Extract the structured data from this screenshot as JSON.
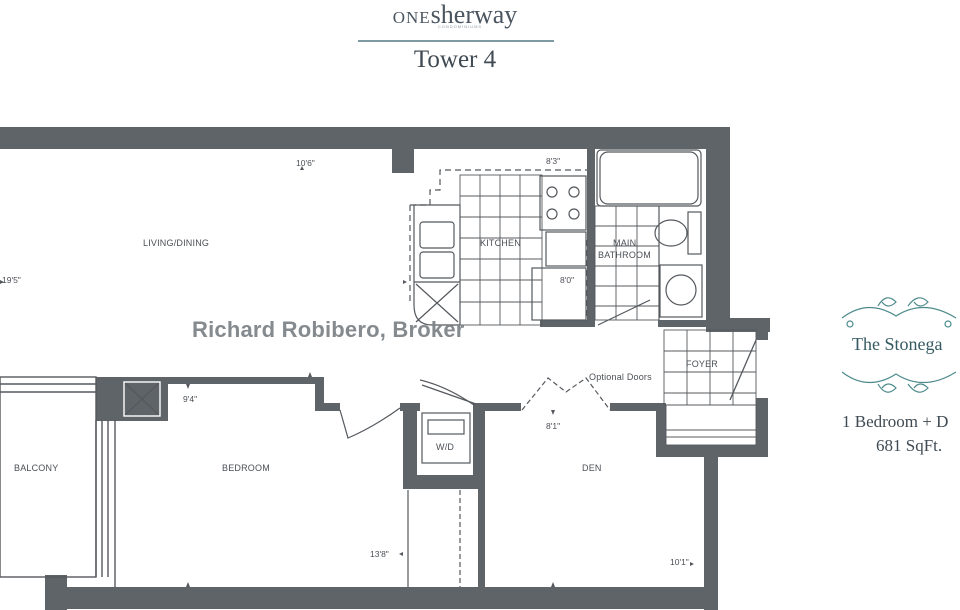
{
  "header": {
    "brand_prefix": "ONE",
    "brand_main": "sherway",
    "brand_sub": "CONDOMINIUMS",
    "tower": "Tower 4"
  },
  "rooms": {
    "living_dining": "LIVING/DINING",
    "kitchen": "KITCHEN",
    "main_bathroom_l1": "MAIN",
    "main_bathroom_l2": "BATHROOM",
    "foyer": "FOYER",
    "balcony": "BALCONY",
    "bedroom": "BEDROOM",
    "den": "DEN",
    "laundry": "W/D",
    "optional_doors": "Optional Doors"
  },
  "dimensions": {
    "living_width": "10'6\"",
    "living_depth": "19'5\"",
    "kitchen_width": "8'3\"",
    "kitchen_depth": "8'0\"",
    "bedroom_width": "9'4\"",
    "bedroom_depth": "13'8\"",
    "den_width": "8'1\"",
    "den_depth": "10'1\""
  },
  "watermark": "Richard Robibero, Broker",
  "suite": {
    "name": "The Stonega",
    "type": "1 Bedroom + D",
    "area": "681 SqFt."
  },
  "colors": {
    "wall": "#5f6469",
    "line": "#55595e",
    "accent": "#355a61"
  }
}
